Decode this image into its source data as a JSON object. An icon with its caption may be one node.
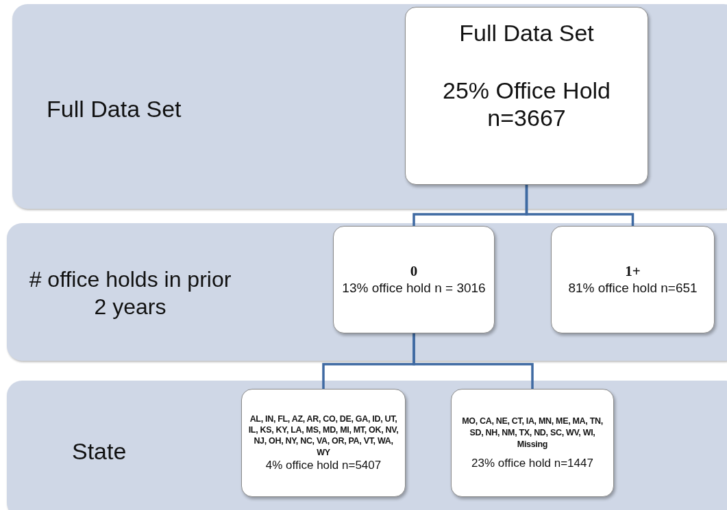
{
  "diagram": {
    "nodes": [
      {
        "text": [
          "Full Data Set"
        ]
      },
      {
        "text": [
          "# office holds in prior 2 years"
        ]
      },
      {
        "text": [
          "State"
        ]
      },
      {
        "text": [
          "Full Data Set",
          "25% Office Hold n=3667"
        ],
        "in": 0
      },
      {
        "text": [
          "0",
          "13% office hold n = 3016"
        ],
        "in": 1
      },
      {
        "text": [
          "1+",
          "81% office hold n=651"
        ],
        "in": 1
      },
      {
        "text": [
          "AL, IN, FL, AZ, AR, CO, DE, GA, ID, UT, IL, KS, KY, LA, MS, MD, MI, MT, OK, NV, NJ, OH, NY, NC, VA, OR, PA, VT, WA, WY",
          "4% office hold n=5407"
        ],
        "in": 2
      },
      {
        "text": [
          "MO, CA, NE, CT, IA, MN, ME, MA, TN, SD, NH, NM, TX, ND, SC, WV, WI, Missing",
          "23% office hold n=1447"
        ],
        "in": 2
      }
    ],
    "edges": [
      {
        "from": 3,
        "to": 4,
        "arrow": "none"
      },
      {
        "from": 3,
        "to": 5,
        "arrow": "none"
      },
      {
        "from": 4,
        "to": 6,
        "arrow": "none"
      },
      {
        "from": 4,
        "to": 7,
        "arrow": "none"
      }
    ]
  }
}
